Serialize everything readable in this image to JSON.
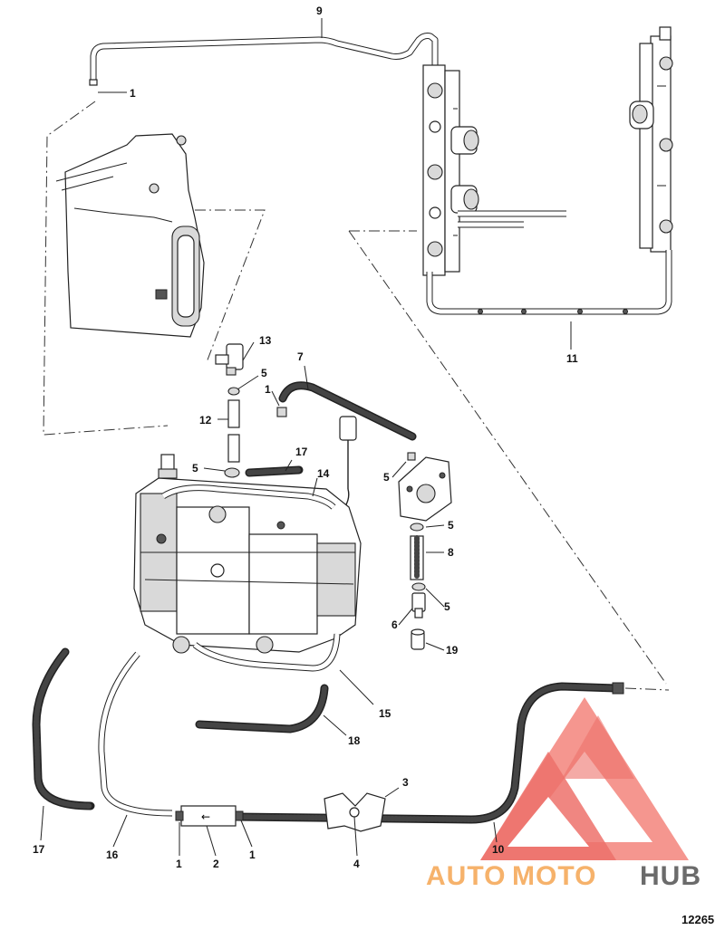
{
  "figure_number": "12265",
  "callouts": {
    "c9": "9",
    "c1_top": "1",
    "c13": "13",
    "c7": "7",
    "c5_a": "5",
    "c1_mid": "1",
    "c12": "12",
    "c17_top": "17",
    "c5_b": "5",
    "c14": "14",
    "c5_c": "5",
    "c5_d": "5",
    "c8": "8",
    "c5_e": "5",
    "c6": "6",
    "c19": "19",
    "c11": "11",
    "c15": "15",
    "c18": "18",
    "c3": "3",
    "c17_bot": "17",
    "c16": "16",
    "c1_bl": "1",
    "c2": "2",
    "c1_br": "1",
    "c4": "4",
    "c10": "10"
  },
  "watermark": {
    "part1": "AUTO",
    "part2": "MOTO",
    "part3": "HUB",
    "color_orange": "#f6b26b",
    "color_red": "#e8423a",
    "color_gray": "#6b6b6b"
  },
  "icons": {
    "logo": "automotohub-triangle-logo"
  }
}
